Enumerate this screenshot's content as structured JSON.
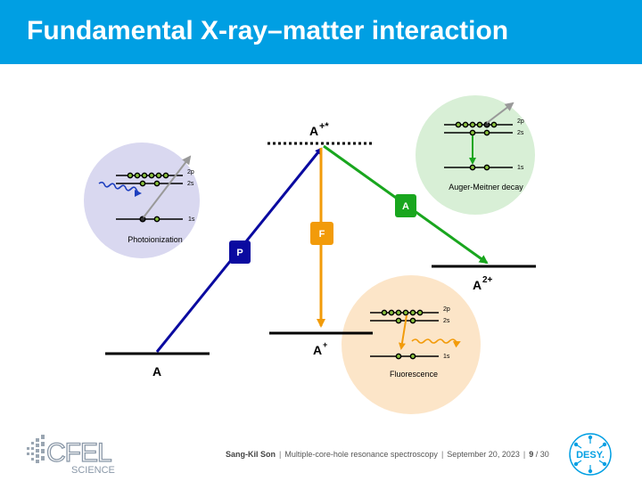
{
  "slide": {
    "title": "Fundamental X-ray–matter interaction"
  },
  "diagram": {
    "levels": {
      "neutral": "A",
      "excited_base": "A",
      "excited_sup": "+*",
      "ion_base": "A",
      "ion_sup": "+",
      "double_ion_base": "A",
      "double_ion_sup": "2+"
    },
    "process_badges": {
      "photoionization": "P",
      "fluorescence": "F",
      "auger": "A"
    },
    "insets": {
      "photoionization": {
        "caption": "Photoionization",
        "orbitals": [
          "2p",
          "2s",
          "1s"
        ]
      },
      "auger": {
        "caption": "Auger-Meitner decay",
        "orbitals": [
          "2p",
          "2s",
          "1s"
        ]
      },
      "fluorescence": {
        "caption": "Fluorescence",
        "orbitals": [
          "2p",
          "2s",
          "1s"
        ]
      }
    },
    "colors": {
      "photoionization": "#0a0aa0",
      "fluorescence": "#f29b0a",
      "auger": "#19a61e",
      "photo_bg": "#d9d8f0",
      "auger_bg": "#d8efd6",
      "fluor_bg": "#fce5c8",
      "electron_fill": "#8dc63f",
      "header": "#009fe3"
    }
  },
  "footer": {
    "author": "Sang-Kil Son",
    "talk": "Multiple-core-hole resonance spectroscopy",
    "date": "September 20, 2023",
    "page": "9",
    "total": "/ 30"
  },
  "logos": {
    "cfel_text": "CFEL",
    "cfel_sub": "SCIENCE",
    "desy_text": "DESY."
  }
}
